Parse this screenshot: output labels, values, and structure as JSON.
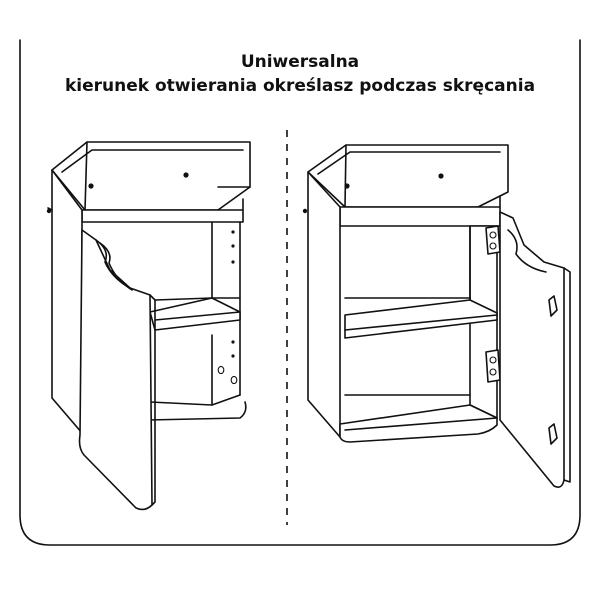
{
  "title": {
    "line1": "Uniwersalna",
    "line2": "kierunek otwierania określasz podczas skręcania"
  },
  "illustrations": [
    {
      "variant": "door-hinged-left",
      "label": ""
    },
    {
      "variant": "door-hinged-right",
      "label": ""
    }
  ],
  "colors": {
    "line": "#111111",
    "background": "#ffffff"
  }
}
